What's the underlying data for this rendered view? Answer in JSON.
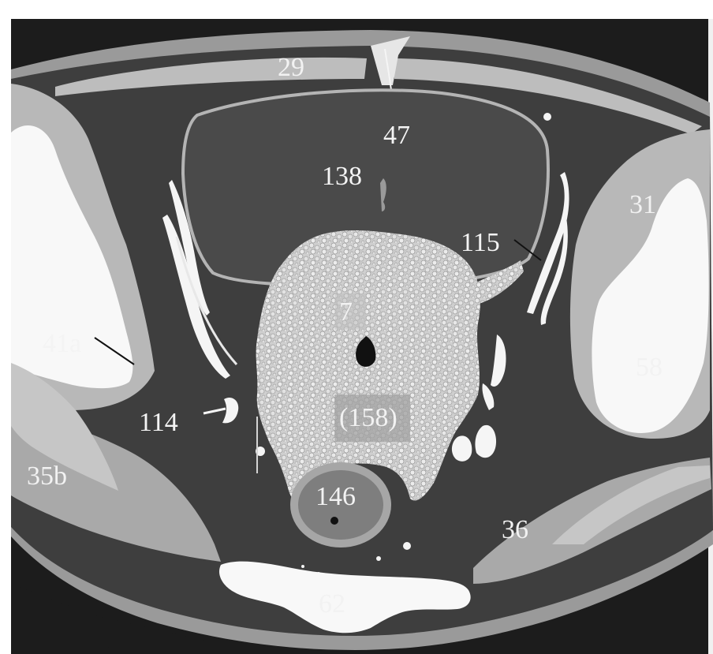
{
  "figure": {
    "colors": {
      "background": "#1c1c1c",
      "frame": "#ffffff",
      "skin": "#9a9a9a",
      "fat": "#3e3e3e",
      "muscle": "#bdbdbd",
      "bone": "#f7f7f7",
      "bladder": "#4a4a4a",
      "rectum": "#8a8a8a",
      "tumor": "#d8d8d8",
      "label": "#f2f2f2"
    },
    "labels": {
      "l29": "29",
      "l47": "47",
      "l138": "138",
      "l31": "31",
      "l115": "115",
      "l7": "7",
      "l41a": "41a",
      "l58": "58",
      "l114": "114",
      "l158": "(158)",
      "l35b": "35b",
      "l146": "146",
      "l36": "36",
      "l62": "62"
    }
  }
}
